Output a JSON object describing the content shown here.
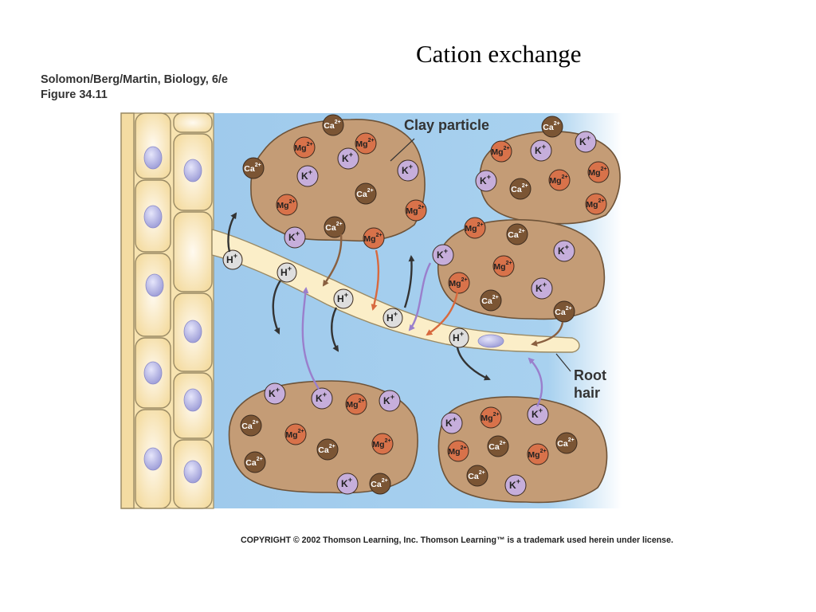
{
  "slide": {
    "title": "Cation exchange",
    "credit_line1": "Solomon/Berg/Martin, Biology, 6/e",
    "credit_line2": "Figure 34.11",
    "copyright": "COPYRIGHT © 2002 Thomson Learning, Inc. Thomson Learning™ is a trademark used herein under license."
  },
  "figure": {
    "labels": {
      "clay_particle": "Clay particle",
      "root_hair_1": "Root",
      "root_hair_2": "hair"
    },
    "ions": {
      "h": {
        "sym": "H",
        "charge": "+"
      },
      "k": {
        "sym": "K",
        "charge": "+"
      },
      "ca": {
        "sym": "Ca",
        "charge": "2+"
      },
      "mg": {
        "sym": "Mg",
        "charge": "2+"
      }
    },
    "colors": {
      "soil_water": "#a6cfee",
      "clay": "#c49c76",
      "root_cell": "#fbecc0",
      "nucleus": "#b7b7e4",
      "k_ion": "#c6aedb",
      "ca_ion": "#7b5534",
      "mg_ion": "#d8724a",
      "h_ion": "#dedede",
      "arrow_dark": "#333333",
      "arrow_purple": "#9a7fcc",
      "arrow_orange": "#d8693e",
      "arrow_brown": "#8a6040"
    }
  }
}
